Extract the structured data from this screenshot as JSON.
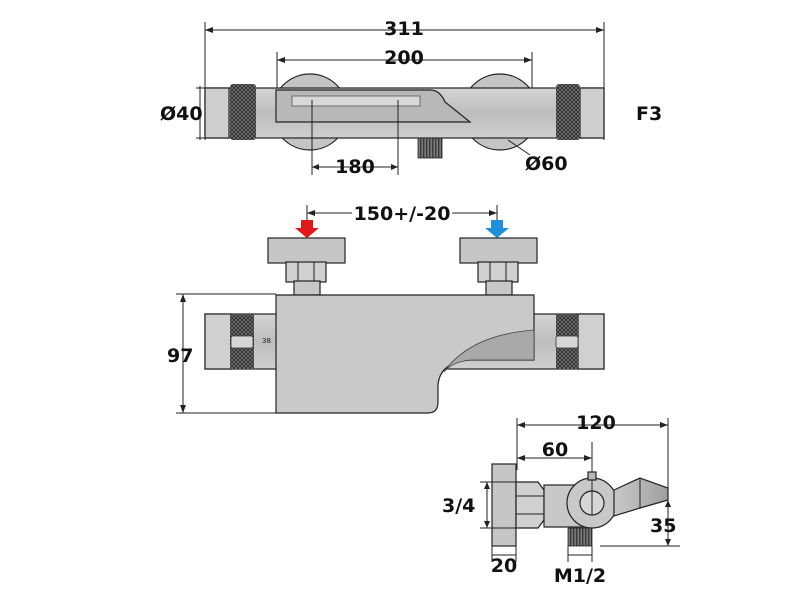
{
  "labels": {
    "top_overall_length": "311",
    "top_inlet_distance": "200",
    "top_spout_width": "180",
    "top_body_diameter": "Ø40",
    "top_eccentric_diameter": "Ø60",
    "top_cut_label": "F3",
    "front_center_distance": "150+/-20",
    "front_height": "97",
    "front_dial_marking": "38",
    "side_total_depth": "120",
    "side_axis_offset": "60",
    "side_thread": "3/4",
    "side_nut_width": "20",
    "side_outlet_thread": "M1/2",
    "side_outlet_height": "35"
  },
  "colors": {
    "hot_inlet": "#e01818",
    "cold_inlet": "#1e90dc",
    "body_fill": "#c8c8c8",
    "body_dark": "#b4b4b4",
    "knurl": "#3a3a3a",
    "line": "#222222"
  },
  "icons": {
    "hot_arrow": "down-arrow-red",
    "cold_arrow": "down-arrow-blue"
  }
}
